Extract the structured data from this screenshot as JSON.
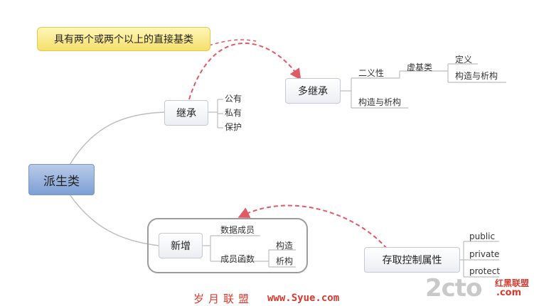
{
  "root": "派生类",
  "note": "具有两个或两个以上的直接基类",
  "inherit": {
    "label": "继承",
    "children": [
      "公有",
      "私有",
      "保护"
    ]
  },
  "multi": {
    "label": "多继承",
    "ambiguity": "二义性",
    "virtual_base": "虚基类",
    "virtual_children": [
      "定义",
      "构造与析构"
    ],
    "ctor_dtor": "构造与析构"
  },
  "added": {
    "label": "新增",
    "data_members": "数据成员",
    "member_functions": "成员函数",
    "function_children": [
      "构造",
      "析构"
    ]
  },
  "access": {
    "label": "存取控制属性",
    "children": [
      "public",
      "private",
      "protect"
    ]
  },
  "watermark": {
    "site_cn": "岁月联盟",
    "site_url": "www.Syue.com",
    "logo_text": "2cto",
    "logo_tld": ".com",
    "logo_cn": "红黑联盟"
  },
  "colors": {
    "root_fill": "#8fb0de",
    "note_fill": "#f7e67c",
    "dashed_arrow": "#e05a66",
    "connector": "#bdbdbd",
    "watermark": "#d73a2e"
  }
}
